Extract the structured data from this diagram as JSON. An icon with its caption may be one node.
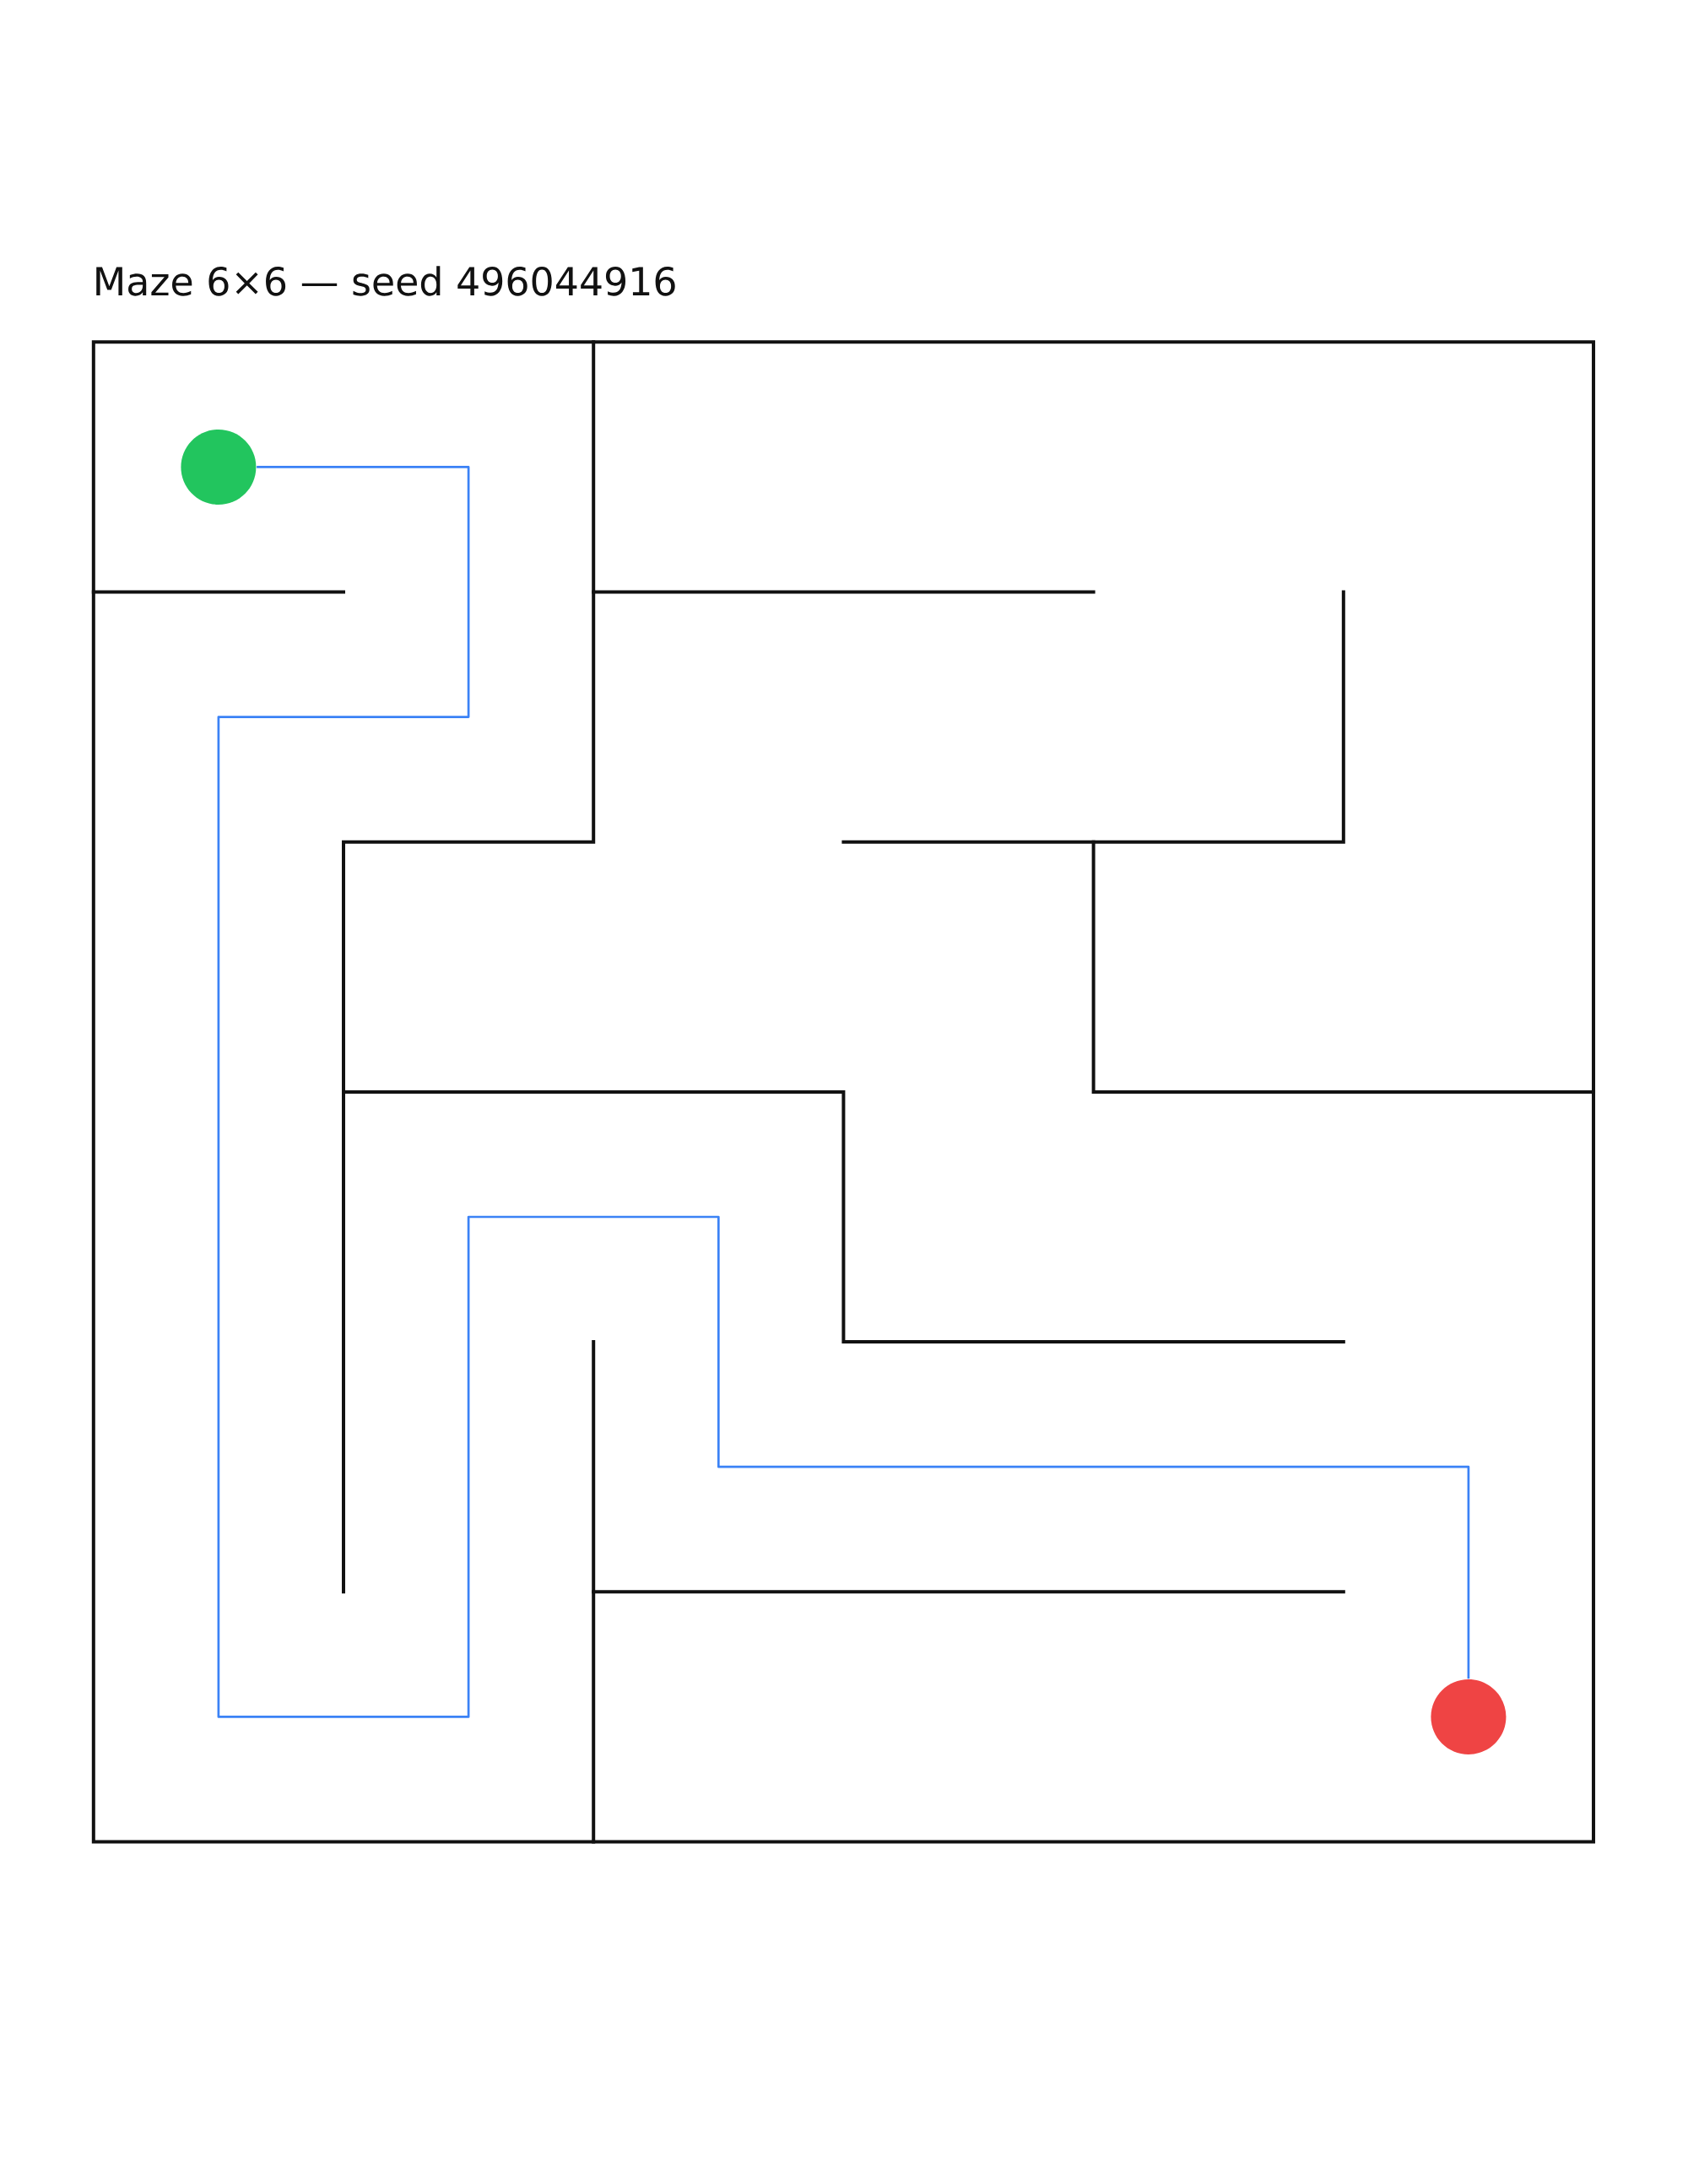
{
  "diagram": {
    "title": "Maze 6×6 — seed 496044916",
    "nodes": [
      {
        "text": [],
        "shape": "circle"
      },
      {
        "text": [],
        "shape": "circle"
      }
    ],
    "edges": [
      {
        "from": 0,
        "to": 1,
        "arrow": "none",
        "color": "#3b82f6"
      }
    ]
  }
}
